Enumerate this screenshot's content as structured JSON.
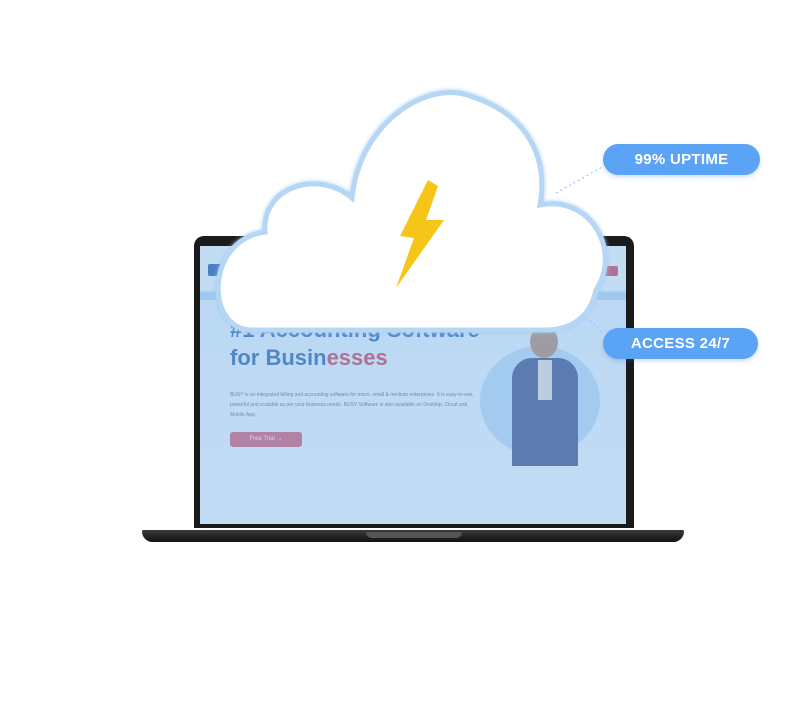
{
  "badges": {
    "uptime": "99% UPTIME",
    "access": "ACCESS 24/7"
  },
  "screen": {
    "hero_title_line1": "#1 Accounting Software",
    "hero_title_line2_a": "for Busin",
    "hero_title_line2_b": "esses",
    "hero_description": "BUSY is an integrated billing and accounting software for micro, small & medium enterprises. It is easy-to-use, powerful and scalable as per your business needs. BUSY Software is also available on Desktop, Cloud and Mobile App.",
    "cta_label": "Free Trial  →"
  },
  "colors": {
    "badge": "#5ba3f5",
    "cloud_outline": "#b5d6f5",
    "bolt": "#f5c518",
    "brand_blue": "#2a5fa6",
    "brand_red": "#d23a4a"
  },
  "icons": {
    "cloud": "cloud-icon",
    "bolt": "lightning-bolt-icon"
  }
}
